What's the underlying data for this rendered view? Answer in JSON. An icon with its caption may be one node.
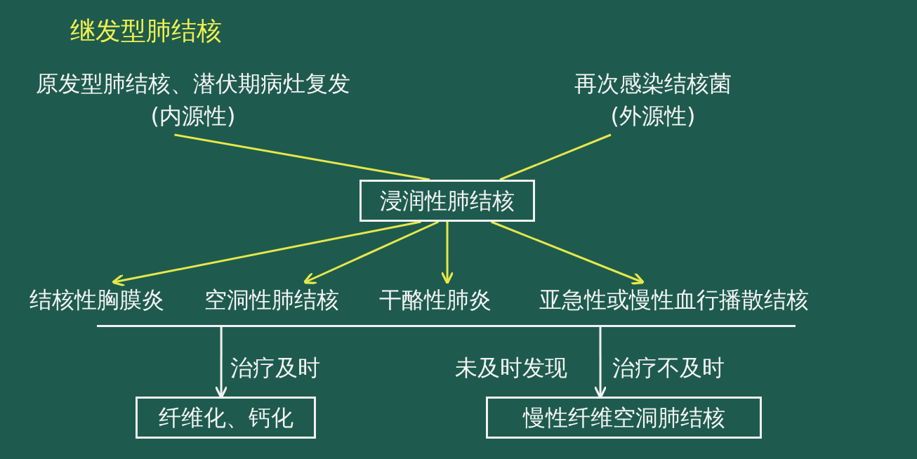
{
  "diagram": {
    "title": "继发型肺结核",
    "nodes": [
      {
        "text": [
          "原发型肺结核、潜伏期病灶复发",
          "(内源性)"
        ]
      },
      {
        "text": [
          "再次感染结核菌",
          "(外源性)"
        ]
      },
      {
        "text": [
          "浸润性肺结核"
        ]
      },
      {
        "text": [
          "结核性胸膜炎"
        ]
      },
      {
        "text": [
          "空洞性肺结核"
        ]
      },
      {
        "text": [
          "干酪性肺炎"
        ]
      },
      {
        "text": [
          "亚急性或慢性血行播散结核"
        ]
      },
      {
        "text": [],
        "shape": "bar"
      },
      {
        "text": [
          "纤维化、钙化"
        ]
      },
      {
        "text": [
          "慢性纤维空洞肺结核"
        ]
      }
    ],
    "edges": [
      {
        "from": 0,
        "to": 2,
        "arrow": "none"
      },
      {
        "from": 1,
        "to": 2,
        "arrow": "none"
      },
      {
        "from": 2,
        "to": 3,
        "arrow": "to"
      },
      {
        "from": 2,
        "to": 4,
        "arrow": "to"
      },
      {
        "from": 2,
        "to": 5,
        "arrow": "to"
      },
      {
        "from": 2,
        "to": 6,
        "arrow": "to"
      },
      {
        "from": 7,
        "to": 8,
        "arrow": "to",
        "label": "治疗及时",
        "color": "#f2f2f2"
      },
      {
        "from": 7,
        "to": 9,
        "arrow": "to",
        "label": "治疗不及时",
        "color": "#f2f2f2"
      }
    ],
    "labels": [
      "未及时发现"
    ]
  }
}
